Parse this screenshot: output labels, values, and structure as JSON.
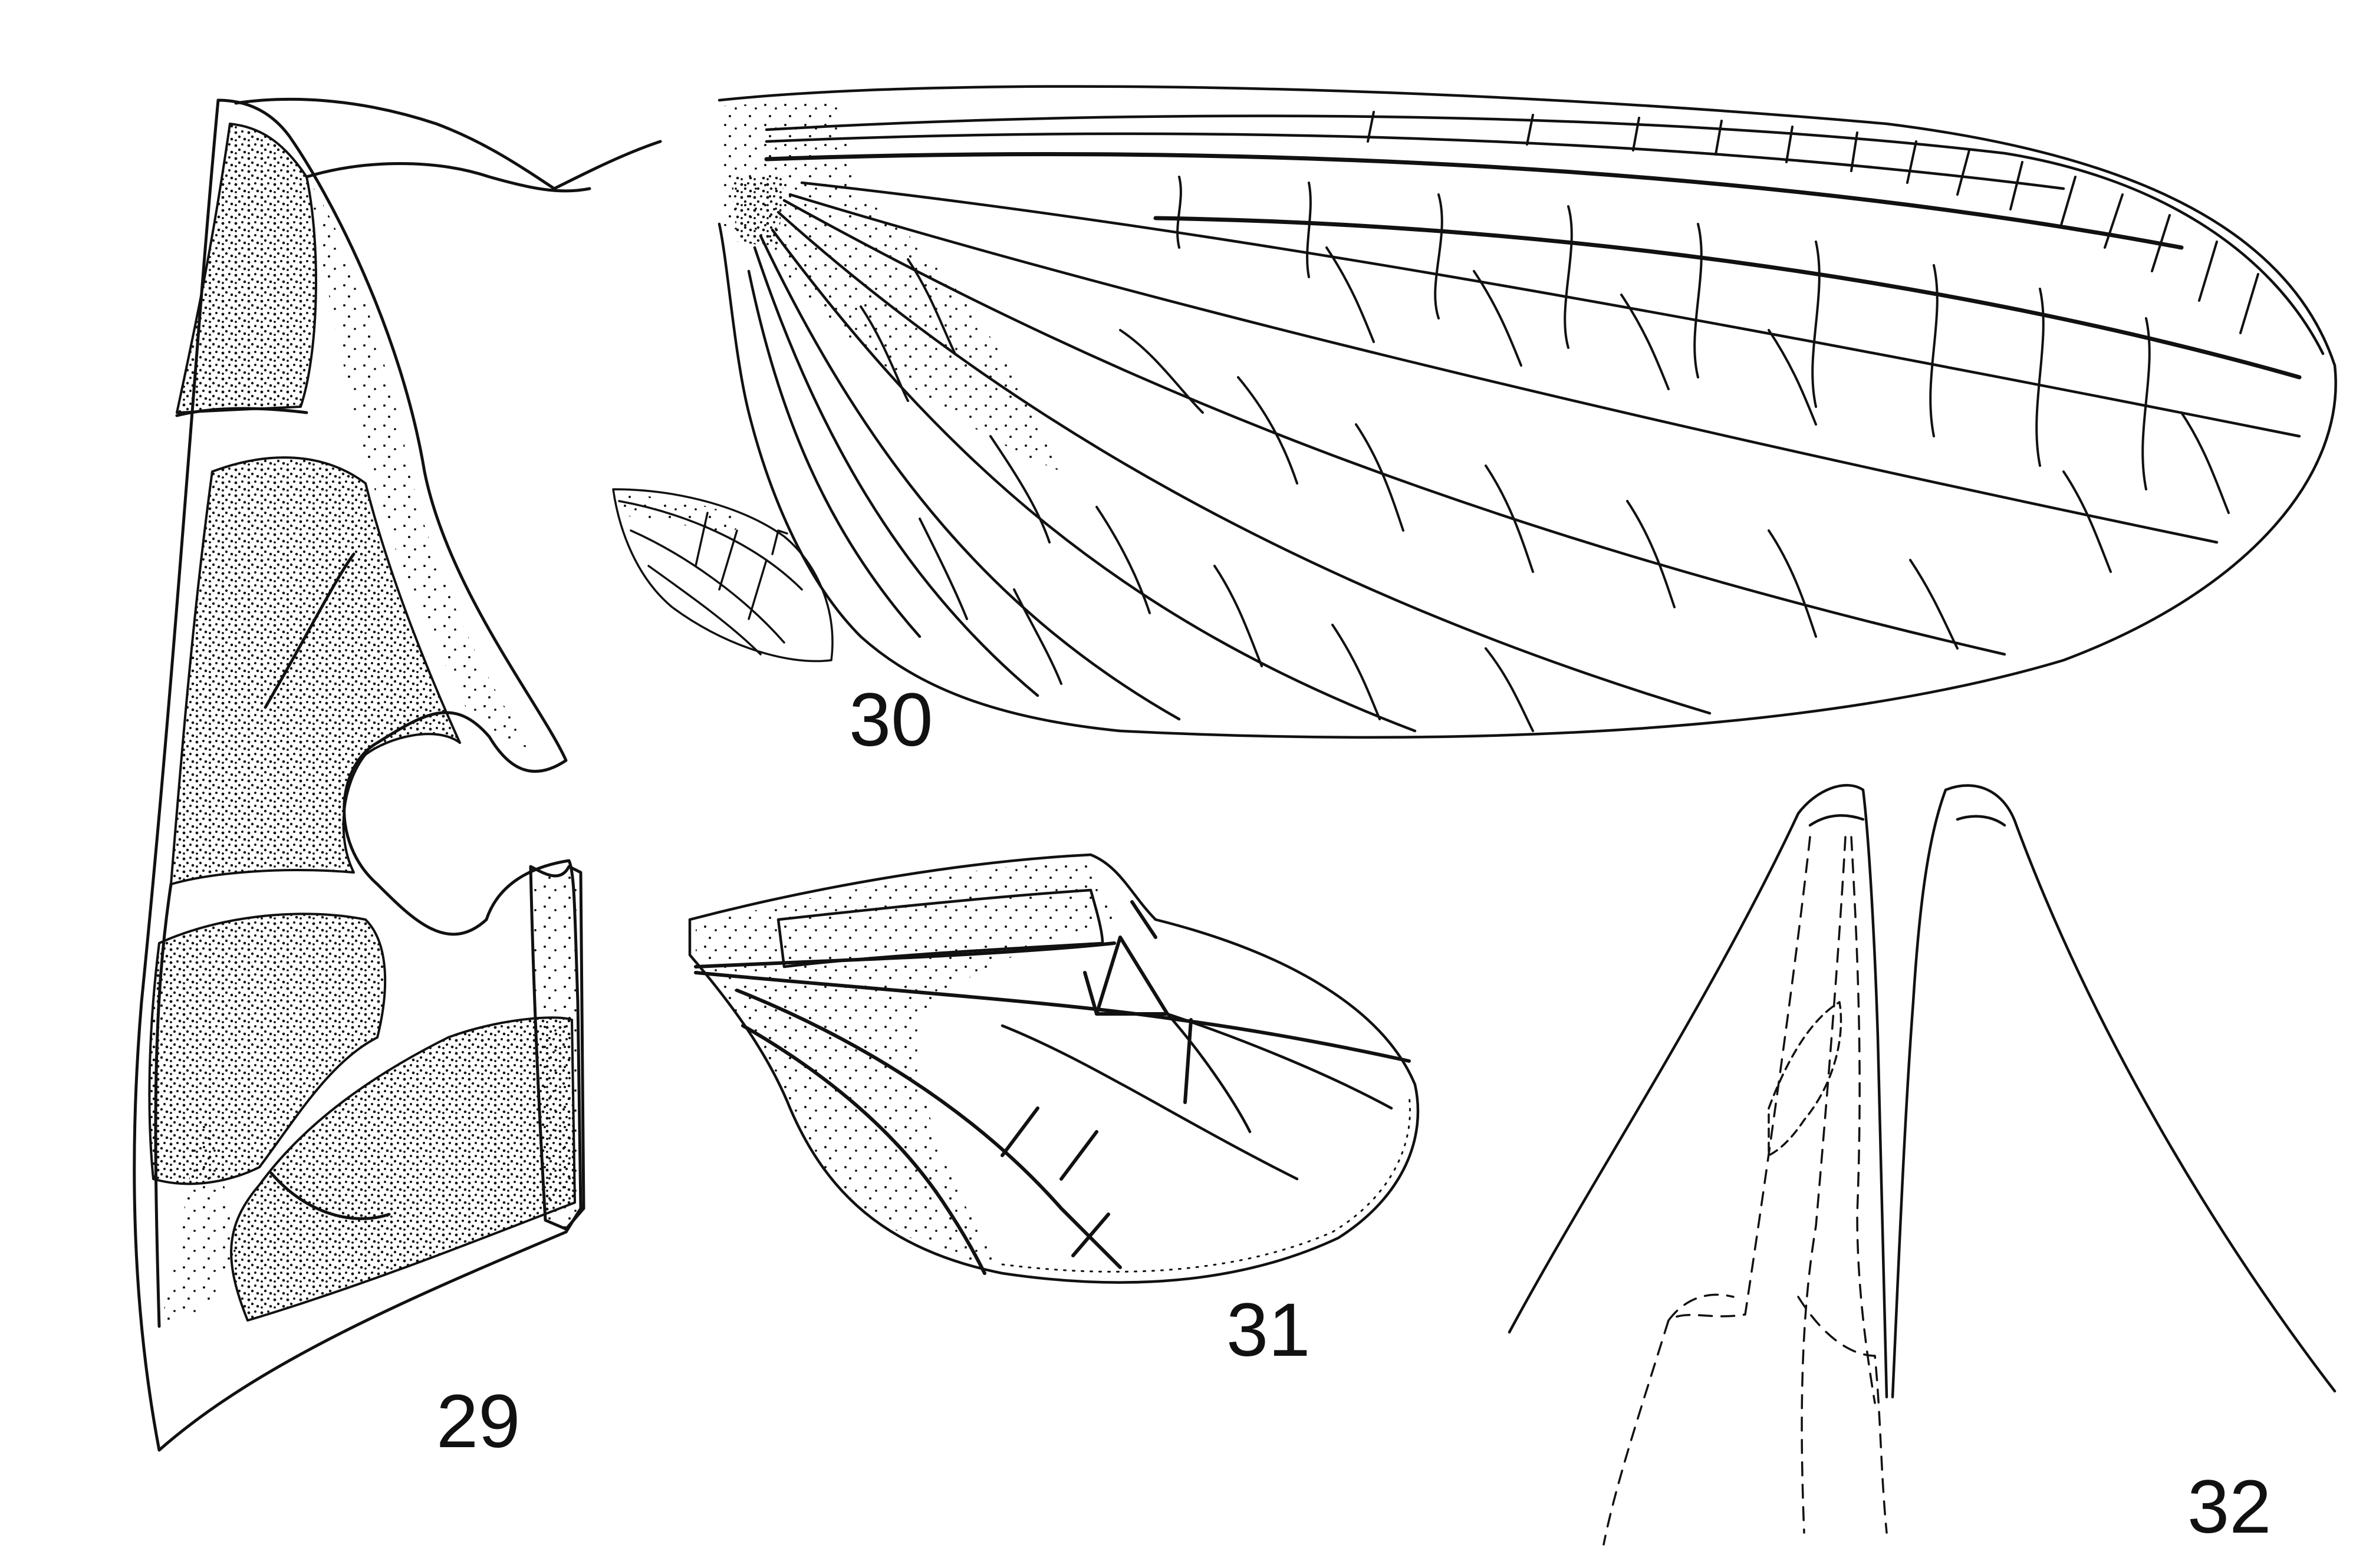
{
  "figure_labels": {
    "fig29": "29",
    "fig30": "30",
    "fig31": "31",
    "fig32": "32"
  },
  "colors": {
    "ink": "#111111",
    "paper": "#ffffff"
  }
}
